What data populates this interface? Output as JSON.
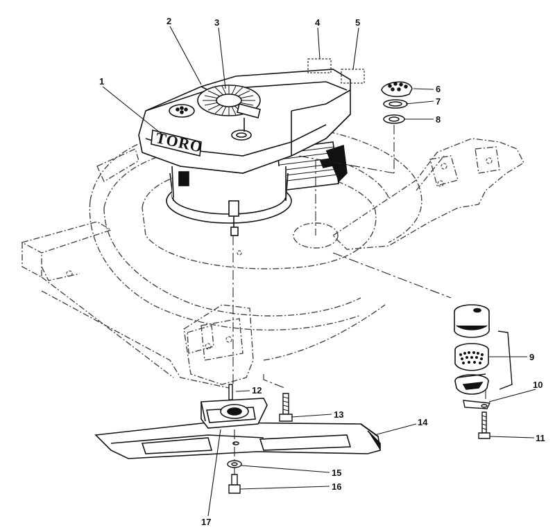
{
  "colors": {
    "ink": "#111111",
    "paper": "#ffffff",
    "phantom": "#555555"
  },
  "engine": {
    "brand_text": "TORO"
  },
  "callouts": [
    {
      "id": "1",
      "label": "1"
    },
    {
      "id": "2",
      "label": "2"
    },
    {
      "id": "3",
      "label": "3"
    },
    {
      "id": "4",
      "label": "4"
    },
    {
      "id": "5",
      "label": "5"
    },
    {
      "id": "6",
      "label": "6"
    },
    {
      "id": "7",
      "label": "7"
    },
    {
      "id": "8",
      "label": "8"
    },
    {
      "id": "9",
      "label": "9"
    },
    {
      "id": "10",
      "label": "10"
    },
    {
      "id": "11",
      "label": "11"
    },
    {
      "id": "12",
      "label": "12"
    },
    {
      "id": "13",
      "label": "13"
    },
    {
      "id": "14",
      "label": "14"
    },
    {
      "id": "15",
      "label": "15"
    },
    {
      "id": "16",
      "label": "16"
    },
    {
      "id": "17",
      "label": "17"
    }
  ]
}
